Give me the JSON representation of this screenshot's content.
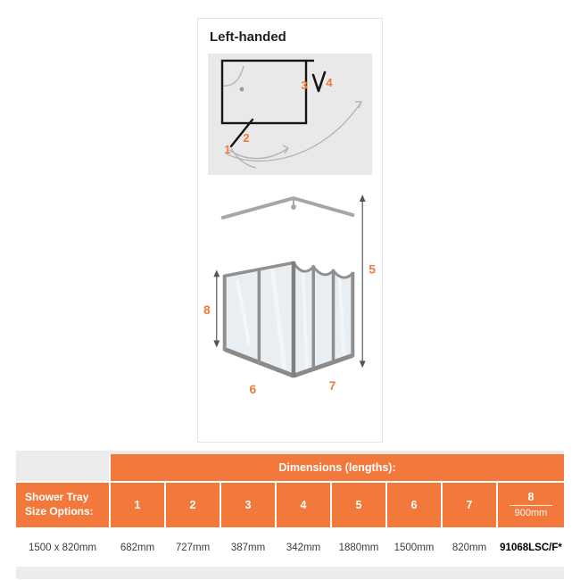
{
  "colors": {
    "accent_orange": "#f2793b"
  },
  "card": {
    "title": "Left-handed",
    "plan": {
      "n1": "1",
      "n2": "2",
      "n3": "3",
      "n4": "4"
    },
    "dims": {
      "n5": "5",
      "n6": "6",
      "n7": "7",
      "n8": "8"
    }
  },
  "table": {
    "header": "Dimensions (lengths):",
    "row_label": "Shower Tray Size Options:",
    "size_columns": [
      "1",
      "2",
      "3",
      "4",
      "5",
      "6",
      "7"
    ],
    "column8": {
      "number": "8",
      "value": "900mm"
    },
    "data_row": {
      "tray_size": "1500 x 820mm",
      "values": [
        "682mm",
        "727mm",
        "387mm",
        "342mm",
        "1880mm",
        "1500mm",
        "820mm"
      ],
      "code": "91068LSC/F*"
    }
  }
}
